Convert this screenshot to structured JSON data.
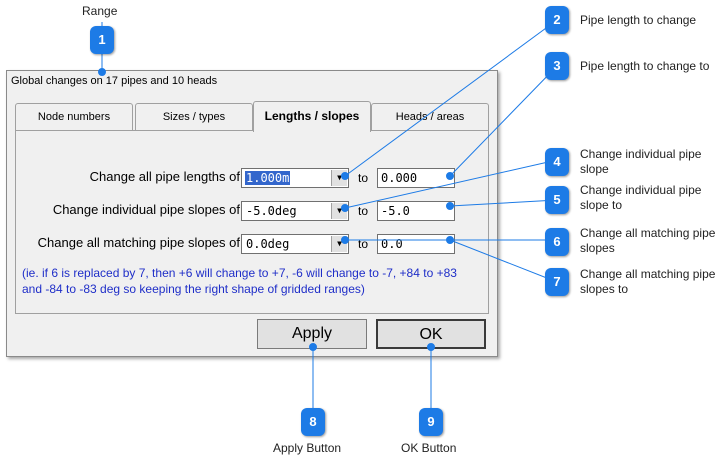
{
  "dialog": {
    "title": "Global changes on 17 pipes and 10 heads",
    "tabs": [
      {
        "label": "Node numbers"
      },
      {
        "label": "Sizes / types"
      },
      {
        "label": "Lengths / slopes"
      },
      {
        "label": "Heads / areas"
      }
    ],
    "rows": [
      {
        "label": "Change all pipe lengths of",
        "combo_value": "1.000m",
        "to": "to",
        "edit_value": "0.000"
      },
      {
        "label": "Change individual pipe slopes of",
        "combo_value": "-5.0deg",
        "to": "to",
        "edit_value": "-5.0"
      },
      {
        "label": "Change all matching pipe slopes of",
        "combo_value": "0.0deg",
        "to": "to",
        "edit_value": "0.0"
      }
    ],
    "note": "(ie. if 6 is replaced by 7, then +6 will change to +7,  -6 will change to -7, +84 to +83 and -84 to -83 deg so keeping the right shape of gridded ranges)",
    "apply_label": "Apply",
    "ok_label": "OK"
  },
  "callouts": [
    {
      "num": "1",
      "label": "Range"
    },
    {
      "num": "2",
      "label": "Pipe length to change"
    },
    {
      "num": "3",
      "label": "Pipe length to change to"
    },
    {
      "num": "4",
      "label": "Change individual pipe slope"
    },
    {
      "num": "5",
      "label": "Change individual pipe slope to"
    },
    {
      "num": "6",
      "label": "Change all matching pipe slopes"
    },
    {
      "num": "7",
      "label": "Change all matching pipe slopes to"
    },
    {
      "num": "8",
      "label": "Apply Button"
    },
    {
      "num": "9",
      "label": "OK Button"
    }
  ],
  "colors": {
    "callout": "#1d7be6",
    "note_text": "#1f2ec8",
    "selection": "#3366cc"
  }
}
